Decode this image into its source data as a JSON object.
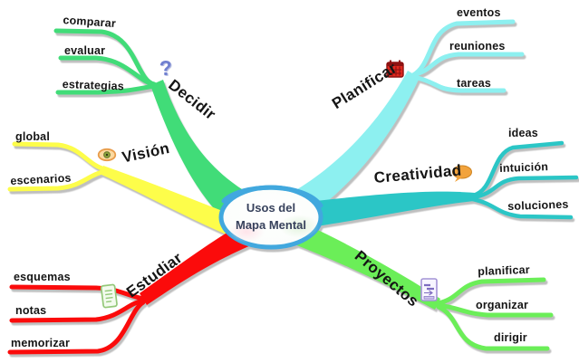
{
  "center": {
    "title_line1": "Usos del",
    "title_line2": "Mapa Mental"
  },
  "colors": {
    "decidir": "#41dc78",
    "planificar": "#8df0f0",
    "vision": "#fdfd4a",
    "creatividad": "#2bc6c6",
    "estudiar": "#fb0b0b",
    "proyectos": "#6bee58",
    "shadow": "#bfbfbf",
    "center_border": "#41a8de",
    "center_text": "#37415c",
    "label_text": "#151515",
    "icon_question": "#6f7fd0",
    "icon_calendar": "#e0281e",
    "icon_calendar_dark": "#8d1111",
    "icon_eye": "#e89c4a",
    "icon_eye_iris": "#8aa23c",
    "icon_speech": "#f2a33c",
    "icon_notes": "#93c878",
    "icon_project": "#a393d6",
    "icon_project_ink": "#7d6bc0"
  },
  "icons": {
    "question_glyph": "?"
  },
  "branches": {
    "decidir": {
      "label": "Decidir",
      "children": [
        "comparar",
        "evaluar",
        "estrategias"
      ]
    },
    "planificar": {
      "label": "Planificar",
      "children": [
        "eventos",
        "reuniones",
        "tareas"
      ]
    },
    "vision": {
      "label": "Visión",
      "children": [
        "global",
        "escenarios"
      ]
    },
    "creatividad": {
      "label": "Creatividad",
      "children": [
        "ideas",
        "intuición",
        "soluciones"
      ]
    },
    "estudiar": {
      "label": "Estudiar",
      "children": [
        "esquemas",
        "notas",
        "memorizar"
      ]
    },
    "proyectos": {
      "label": "Proyectos",
      "children": [
        "planificar",
        "organizar",
        "dirigir"
      ]
    }
  }
}
